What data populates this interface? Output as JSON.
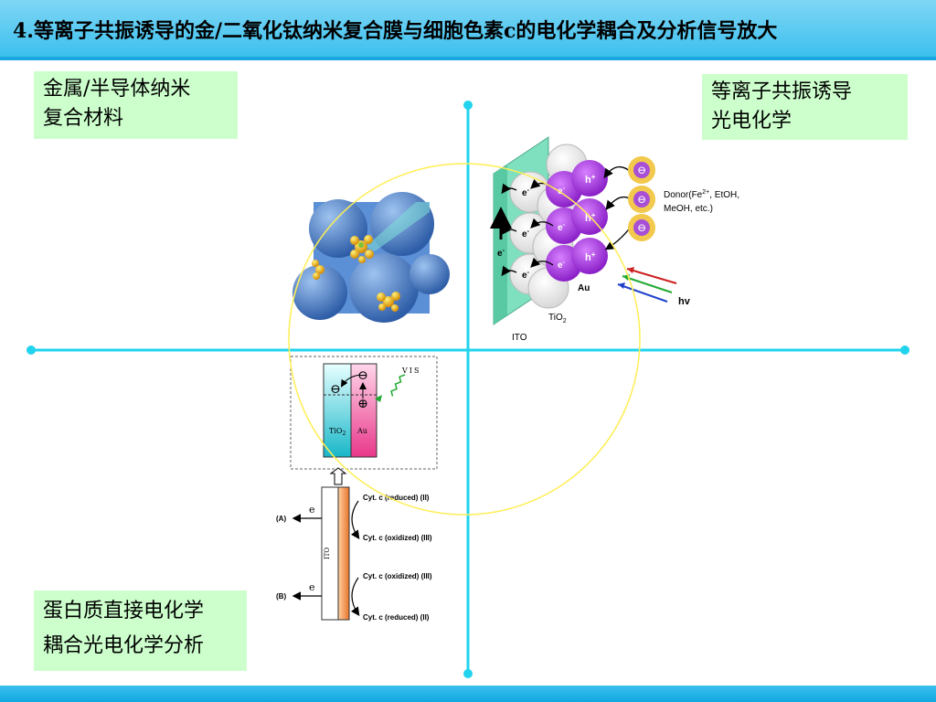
{
  "title": "4.等离子共振诱导的金/二氧化钛纳米复合膜与细胞色素c的电化学耦合及分析信号放大",
  "quadrant_labels": {
    "top_left": [
      "金属/半导体纳米",
      "复合材料"
    ],
    "top_right": [
      "等离子共振诱导",
      "光电化学"
    ],
    "bottom_left": [
      "蛋白质直接电化学",
      "耦合光电化学分析"
    ]
  },
  "mechanism_figure": {
    "electron": "e",
    "electron_sup": "-",
    "hole": "h",
    "hole_sup": "+",
    "donor_label_line1": "Donor(Fe",
    "donor_label_sup": "2+",
    "donor_label_tail": ", EtOH,",
    "donor_label_line2": "MeOH, etc.)",
    "au_label": "Au",
    "tio2_label": "TiO",
    "tio2_sub": "2",
    "ito_label": "ITO",
    "hv_label": "hv",
    "minus_symbol": "⊖"
  },
  "energy_figure": {
    "vis_label": "VIS",
    "tio2_label": "TiO",
    "tio2_sub": "2",
    "au_label": "Au",
    "minus_symbol": "⊖",
    "plus_symbol": "⊕"
  },
  "electrode_figure": {
    "ito_label": "ITO",
    "label_A": "(A)",
    "label_B": "(B)",
    "e_label": "e",
    "cyt_reduced": "Cyt. c (reduced) (II)",
    "cyt_oxidized": "Cyt. c (oxidized) (III)",
    "cyt_oxidized_b": "Cyt. c (oxidized) (III)",
    "cyt_reduced_b": "Cyt. c (reduced) (II)"
  },
  "colors": {
    "axis": "#22d3ee",
    "circle": "#ffee55",
    "label_bg": "#ccffcc",
    "title_bar": "#3cc0ee",
    "purple": "#9b30d9",
    "ito_green": "#7fe0c0",
    "donor_yellow": "#f2c94c"
  }
}
